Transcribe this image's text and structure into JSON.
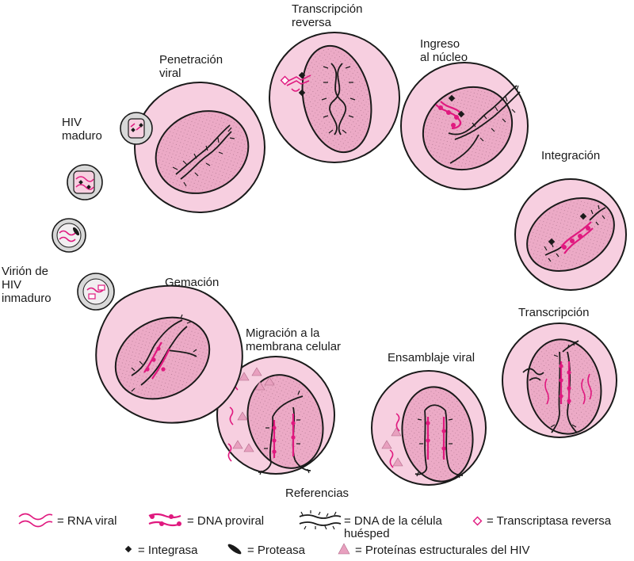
{
  "stages": {
    "penetracion": "Penetración\nviral",
    "transcripcion_reversa": "Transcripción\nreversa",
    "ingreso": "Ingreso\nal núcleo",
    "integracion": "Integración",
    "transcripcion": "Transcripción",
    "ensamblaje": "Ensamblaje viral",
    "migracion": "Migración a la\nmembrana celular",
    "gemacion": "Gemación",
    "hiv_maduro": "HIV\nmaduro",
    "virion_inmaduro": "Virión de\nHIV\ninmaduro"
  },
  "legend": {
    "title": "Referencias",
    "rna_viral": "= RNA viral",
    "dna_proviral": "= DNA proviral",
    "dna_huesped": "= DNA de la célula\n   huésped",
    "transcriptasa": "= Transcriptasa reversa",
    "integrasa": "= Integrasa",
    "proteasa": "= Proteasa",
    "proteinas": "= Proteínas estructurales del HIV"
  },
  "colors": {
    "cell_fill": "#f7cfe0",
    "nucleus_fill": "#ecaac6",
    "accent_magenta": "#e0197f",
    "virion_grey": "#d8d8d8",
    "outline": "#1a1a1a"
  }
}
